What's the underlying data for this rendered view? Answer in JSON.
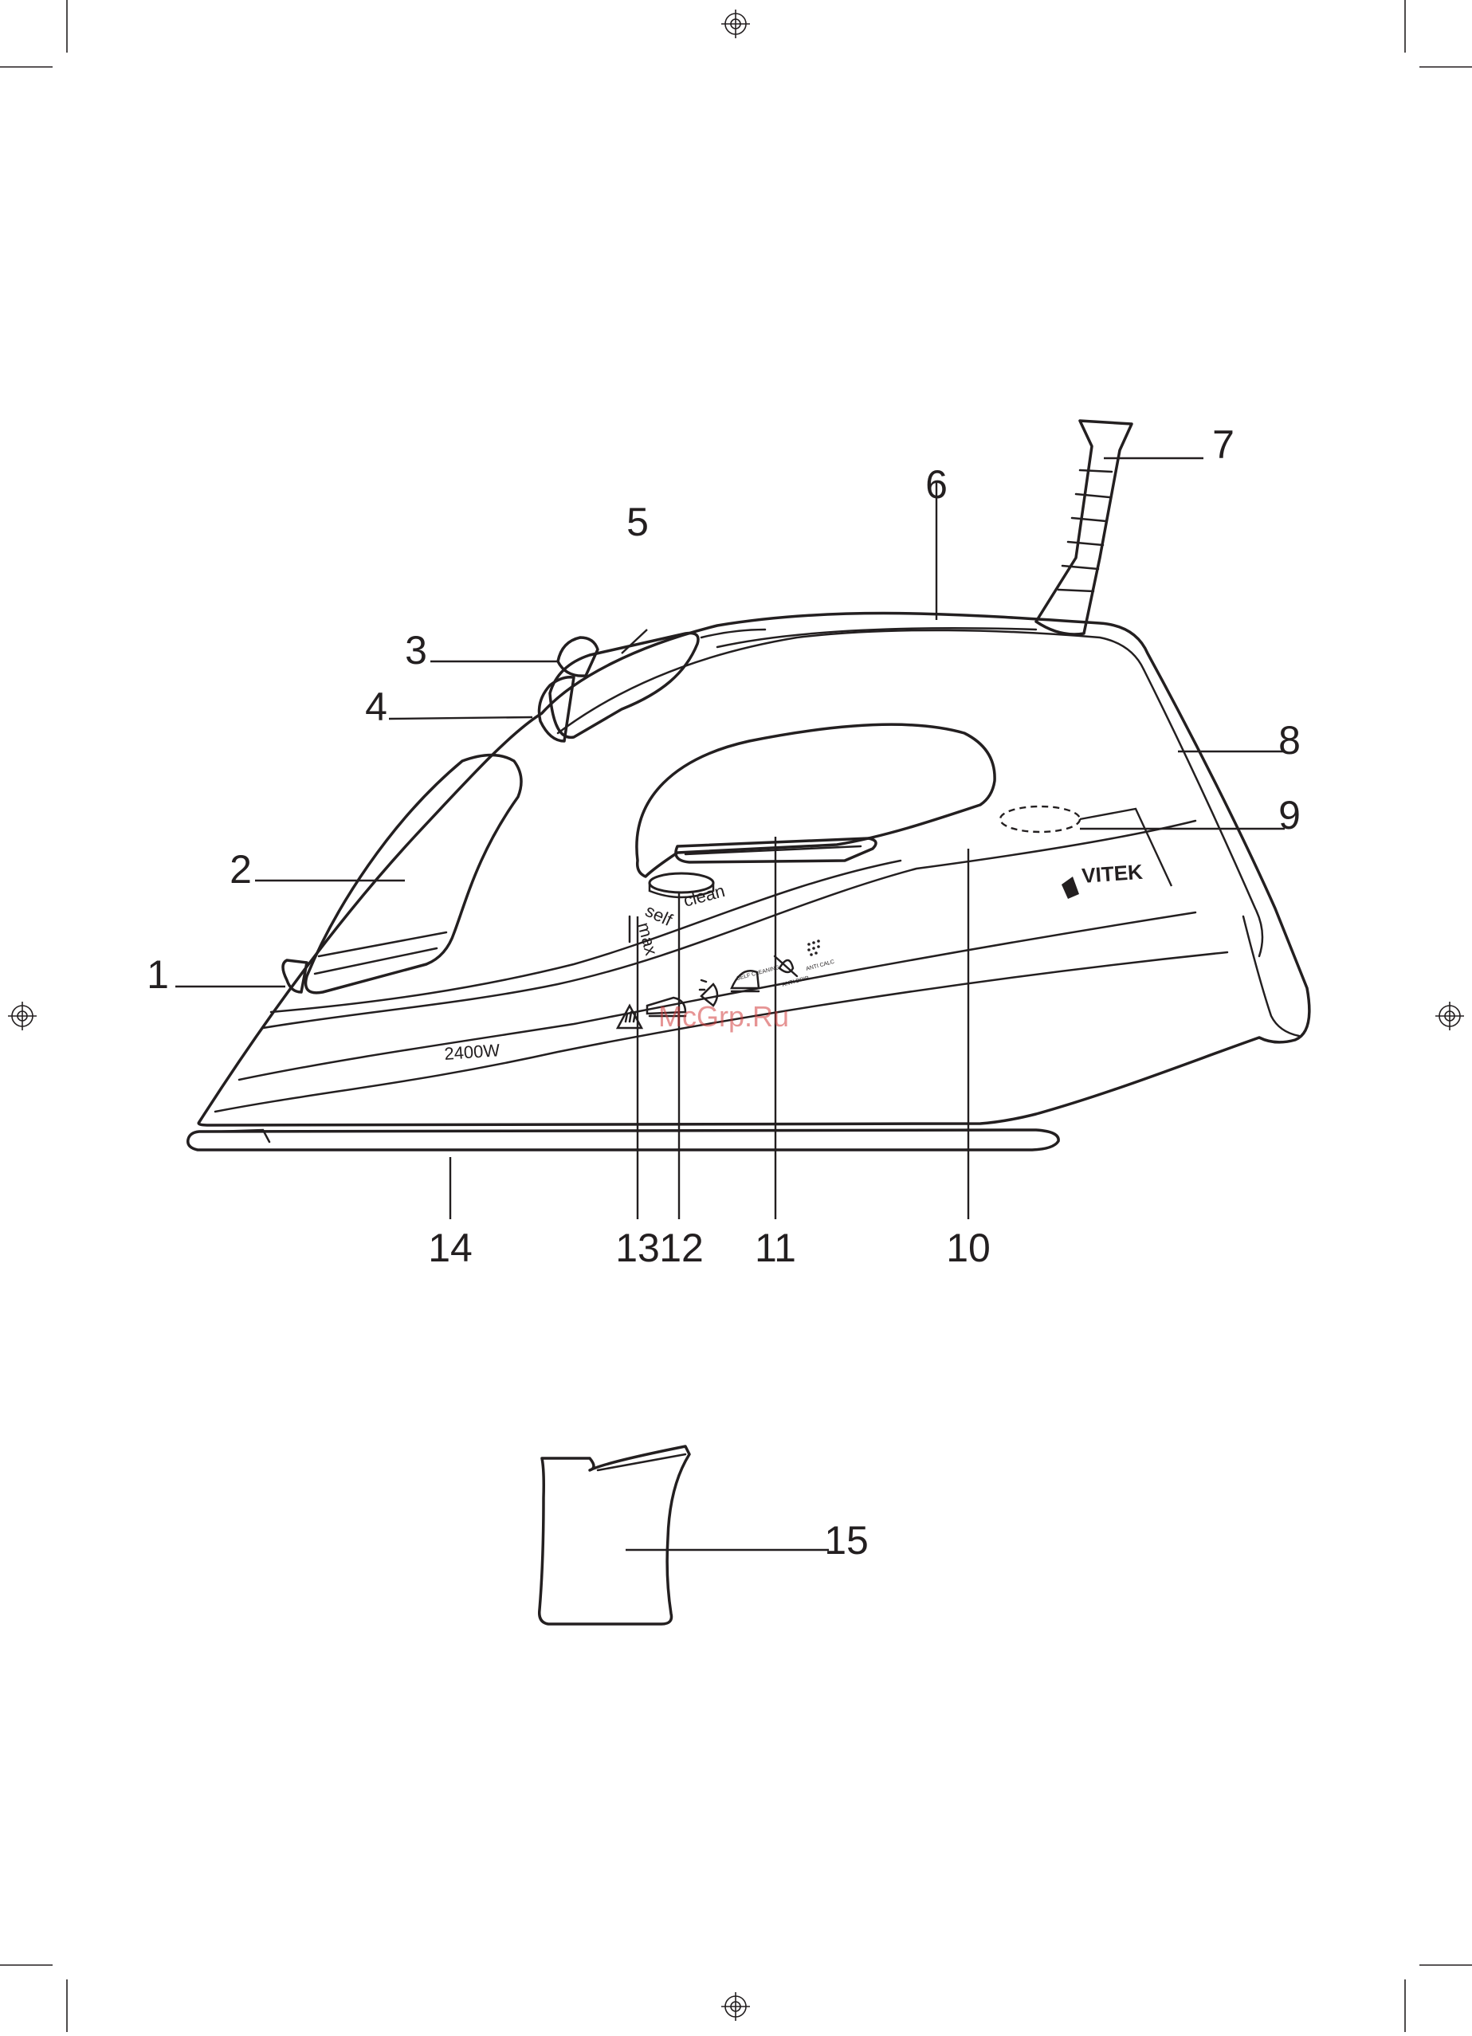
{
  "diagram": {
    "callouts": [
      "1",
      "2",
      "3",
      "4",
      "5",
      "6",
      "7",
      "8",
      "9",
      "10",
      "11",
      "12",
      "13",
      "14",
      "15"
    ],
    "iron_labels": {
      "power": "2400W",
      "brand": "VITEK",
      "dial_text_left": "self",
      "dial_text_right": "clean",
      "max_mark": "max",
      "icon_captions": [
        "SELF CLEANING",
        "ANTI DRIP",
        "ANTI CALC"
      ]
    },
    "watermark": "McGrp.Ru"
  }
}
